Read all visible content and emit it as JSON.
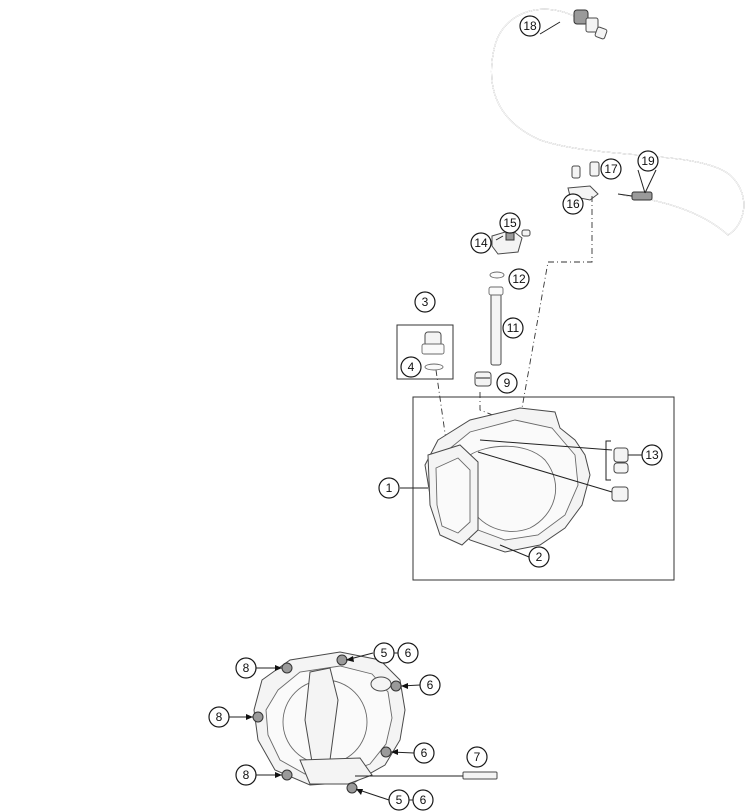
{
  "callouts": {
    "c1": "1",
    "c2": "2",
    "c3": "3",
    "c4": "4",
    "c5a": "5",
    "c6a": "6",
    "c6b": "6",
    "c6c": "6",
    "c5b": "5",
    "c6d": "6",
    "c7": "7",
    "c8a": "8",
    "c8b": "8",
    "c8c": "8",
    "c9": "9",
    "c11": "11",
    "c12": "12",
    "c13": "13",
    "c14": "14",
    "c15": "15",
    "c16": "16",
    "c17": "17",
    "c18": "18",
    "c19": "19"
  },
  "colors": {
    "line": "#1a1a1a",
    "part_fill": "#f4f4f4",
    "background": "#ffffff"
  }
}
